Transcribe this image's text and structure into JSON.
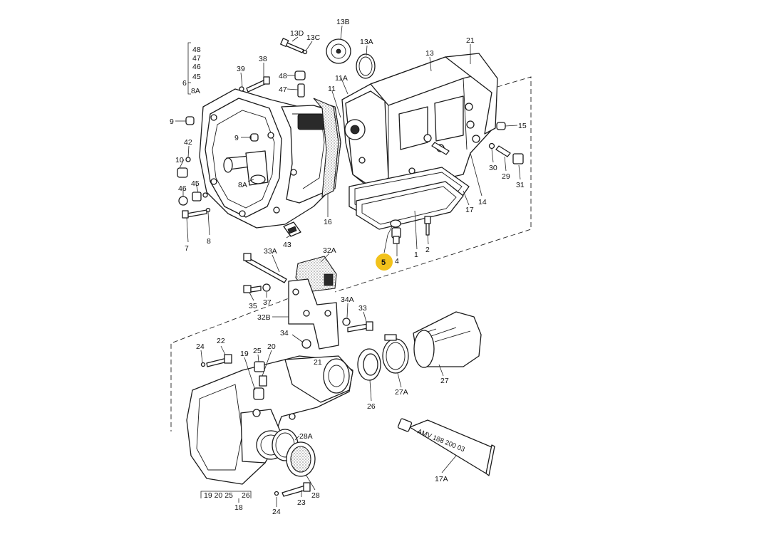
{
  "diagram": {
    "labels": [
      "13B",
      "13D",
      "13C",
      "13A",
      "21",
      "13",
      "48",
      "47",
      "46",
      "45",
      "6",
      "8A",
      "38",
      "39",
      "48",
      "47",
      "11A",
      "11",
      "9",
      "9",
      "42",
      "10",
      "45",
      "46",
      "8A",
      "7",
      "8",
      "43",
      "16",
      "15",
      "30",
      "29",
      "31",
      "14",
      "17",
      "1",
      "2",
      "4",
      "33A",
      "32A",
      "35",
      "37",
      "32B",
      "34A",
      "33",
      "34",
      "24",
      "22",
      "25",
      "20",
      "19",
      "21",
      "27",
      "27A",
      "26",
      "28A",
      "28",
      "23",
      "24",
      "18",
      "19 20 25",
      "26",
      "17A"
    ],
    "highlight": {
      "label": "5",
      "color": "#f2c21b"
    },
    "tube_print": "AMV 188 200 03"
  }
}
